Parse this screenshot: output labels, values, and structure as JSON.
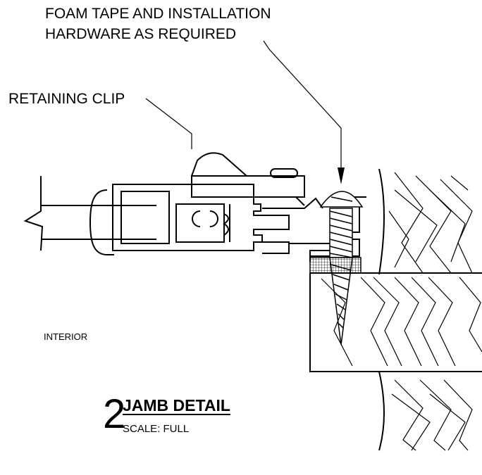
{
  "callouts": {
    "foam_line1": "FOAM TAPE AND INSTALLATION",
    "foam_line2": "HARDWARE AS REQUIRED",
    "retaining_clip": "RETAINING CLIP"
  },
  "side_label": "INTERIOR",
  "detail": {
    "number": "2",
    "title": "JAMB DETAIL",
    "scale": "SCALE:  FULL"
  }
}
